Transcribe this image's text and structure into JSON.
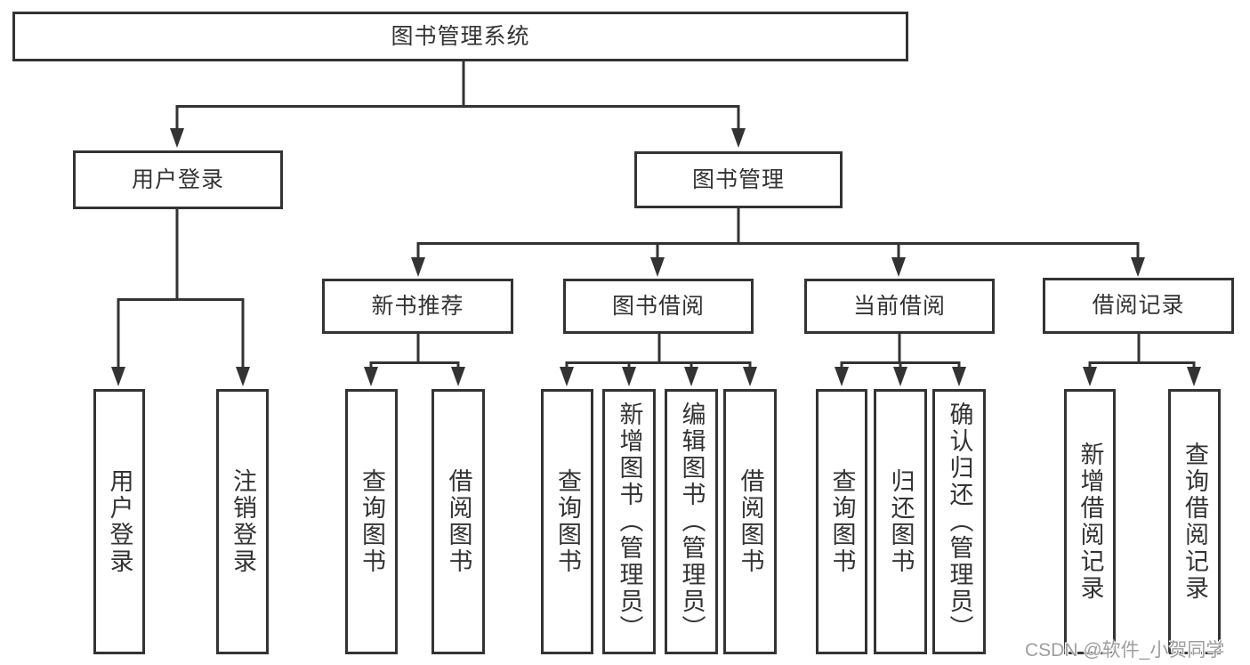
{
  "diagram": {
    "root": {
      "label": "图书管理系统"
    },
    "level2": [
      {
        "label": "用户登录"
      },
      {
        "label": "图书管理"
      }
    ],
    "level3": [
      {
        "label": "新书推荐"
      },
      {
        "label": "图书借阅"
      },
      {
        "label": "当前借阅"
      },
      {
        "label": "借阅记录"
      }
    ],
    "leaves": {
      "user_login": [
        "用户登录",
        "注销登录"
      ],
      "new_book": [
        "查询图书",
        "借阅图书"
      ],
      "book_borrow": [
        "查询图书",
        "新增图书（管理员）",
        "编辑图书（管理员）",
        "借阅图书"
      ],
      "current_borrow": [
        "查询图书",
        "归还图书",
        "确认归还（管理员）"
      ],
      "borrow_records": [
        "新增借阅记录",
        "查询借阅记录"
      ]
    }
  },
  "watermark": {
    "text": "CSDN @软件_小贺同学"
  },
  "colors": {
    "line": "#333333",
    "text": "#333333",
    "node_background": "#ffffff",
    "page_background": "#ffffff",
    "watermark": "#9e9e9e"
  }
}
